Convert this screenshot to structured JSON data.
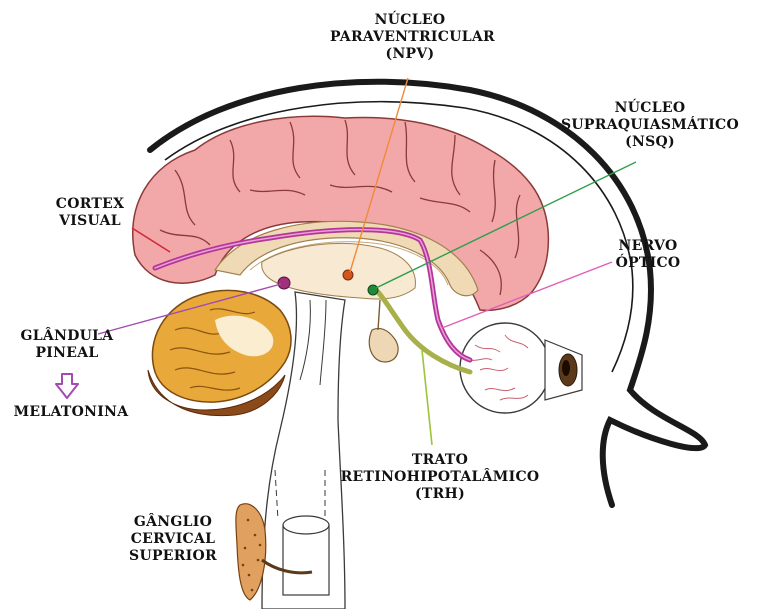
{
  "colors": {
    "cortex": "#f2a8a8",
    "cortex_outline": "#8a3a3a",
    "cerebellum": "#e8a83a",
    "brainstem": "#f3e0c2",
    "magenta_pathway": "#b5359a",
    "olive_pathway": "#a8b04a",
    "npv_line": "#f08a3a",
    "nsq_line": "#2e9e4e",
    "pineal_line": "#a24bb0",
    "optic_line": "#e05fb4",
    "retino_line": "#9cc43a",
    "red_line": "#d2283a"
  },
  "labels": {
    "npv": [
      "NÚCLEO",
      "PARAVENTRICULAR",
      "(NPV)"
    ],
    "nsq": [
      "NÚCLEO",
      "SUPRAQUIASMÁTICO",
      "(NSQ)"
    ],
    "cortex": [
      "CORTEX",
      "VISUAL"
    ],
    "optic_nerve": [
      "NERVO",
      "ÓPTICO"
    ],
    "pineal": [
      "GLÂNDULA",
      "PINEAL"
    ],
    "melatonin": "MELATONINA",
    "trh": [
      "TRATO",
      "RETINOHIPOTALÂMICO",
      "(TRH)"
    ],
    "ganglion": [
      "GÂNGLIO",
      "CERVICAL",
      "SUPERIOR"
    ]
  },
  "icons": {
    "arrow": "down-arrow-icon"
  }
}
